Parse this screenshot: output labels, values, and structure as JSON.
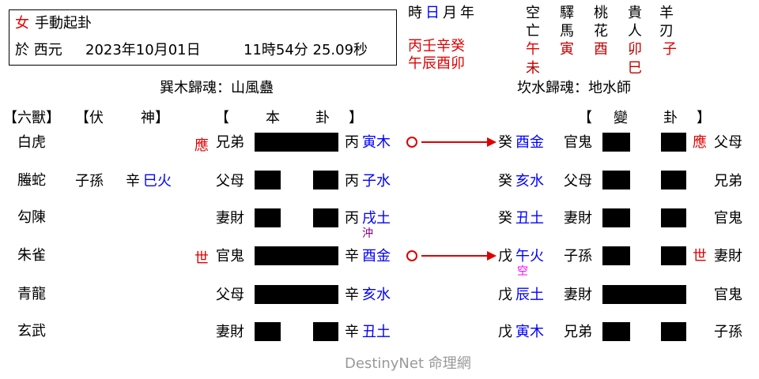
{
  "info": {
    "gender": "女",
    "method": "手動起卦",
    "date_prefix": "於 西元",
    "date": "2023年10月01日",
    "time": "11時54分 25.09秒"
  },
  "calendar": {
    "header_shi": "時",
    "header_ri": "日",
    "header_yue": "月",
    "header_nian": "年",
    "stems": "丙壬辛癸",
    "branches": "午辰酉卯"
  },
  "shensha": {
    "col1": [
      "空",
      "亡",
      "午",
      "未"
    ],
    "col2": [
      "驛",
      "馬",
      "寅"
    ],
    "col3": [
      "桃",
      "花",
      "酉"
    ],
    "col4": [
      "貴",
      "人",
      "卯",
      "巳"
    ],
    "col5": [
      "羊",
      "刃",
      "子"
    ]
  },
  "hexagrams": {
    "main_name": "巽木歸魂：山風蠱",
    "changed_name": "坎水歸魂：地水師"
  },
  "headers": {
    "liushou": "【六獸】",
    "fushen_open": "【伏",
    "fushen_close": "神】",
    "bengua_open": "【",
    "bengua_ben": "本",
    "bengua_gua": "卦",
    "bengua_close": "】",
    "biangua_open": "【",
    "biangua_bian": "變",
    "biangua_gua": "卦",
    "biangua_close": "】"
  },
  "rows": [
    {
      "beast": "白虎",
      "fushen_rel": "",
      "fushen_stem": "",
      "fushen_branch": "",
      "shiying": "應",
      "rel": "兄弟",
      "yao": "yang",
      "stem": "丙",
      "branch": "寅木",
      "note": "",
      "moving": true,
      "c_stem": "癸",
      "c_branch": "酉金",
      "c_note": "",
      "c_rel": "官鬼",
      "c_yao": "yin",
      "c_shiying": "應",
      "c_liuqin": "父母"
    },
    {
      "beast": "螣蛇",
      "fushen_rel": "子孫",
      "fushen_stem": "辛",
      "fushen_branch": "巳火",
      "shiying": "",
      "rel": "父母",
      "yao": "yin",
      "stem": "丙",
      "branch": "子水",
      "note": "",
      "moving": false,
      "c_stem": "癸",
      "c_branch": "亥水",
      "c_note": "",
      "c_rel": "父母",
      "c_yao": "yin",
      "c_shiying": "",
      "c_liuqin": "兄弟"
    },
    {
      "beast": "勾陳",
      "fushen_rel": "",
      "fushen_stem": "",
      "fushen_branch": "",
      "shiying": "",
      "rel": "妻財",
      "yao": "yin",
      "stem": "丙",
      "branch": "戌土",
      "note": "沖",
      "moving": false,
      "c_stem": "癸",
      "c_branch": "丑土",
      "c_note": "",
      "c_rel": "妻財",
      "c_yao": "yin",
      "c_shiying": "",
      "c_liuqin": "官鬼"
    },
    {
      "beast": "朱雀",
      "fushen_rel": "",
      "fushen_stem": "",
      "fushen_branch": "",
      "shiying": "世",
      "rel": "官鬼",
      "yao": "yang",
      "stem": "辛",
      "branch": "酉金",
      "note": "",
      "moving": true,
      "c_stem": "戊",
      "c_branch": "午火",
      "c_note": "空",
      "c_rel": "子孫",
      "c_yao": "yin",
      "c_shiying": "世",
      "c_liuqin": "妻財"
    },
    {
      "beast": "青龍",
      "fushen_rel": "",
      "fushen_stem": "",
      "fushen_branch": "",
      "shiying": "",
      "rel": "父母",
      "yao": "yang",
      "stem": "辛",
      "branch": "亥水",
      "note": "",
      "moving": false,
      "c_stem": "戊",
      "c_branch": "辰土",
      "c_note": "",
      "c_rel": "妻財",
      "c_yao": "yang",
      "c_shiying": "",
      "c_liuqin": "官鬼"
    },
    {
      "beast": "玄武",
      "fushen_rel": "",
      "fushen_stem": "",
      "fushen_branch": "",
      "shiying": "",
      "rel": "妻財",
      "yao": "yin",
      "stem": "辛",
      "branch": "丑土",
      "note": "",
      "moving": false,
      "c_stem": "戊",
      "c_branch": "寅木",
      "c_note": "",
      "c_rel": "兄弟",
      "c_yao": "yin",
      "c_shiying": "",
      "c_liuqin": "子孫"
    }
  ],
  "footer": "DestinyNet 命理網",
  "colors": {
    "red": "#e00000",
    "dark_red": "#c00000",
    "blue": "#0000ff",
    "purple": "#800080",
    "pink": "#ff00ff",
    "footer": "#999999"
  }
}
